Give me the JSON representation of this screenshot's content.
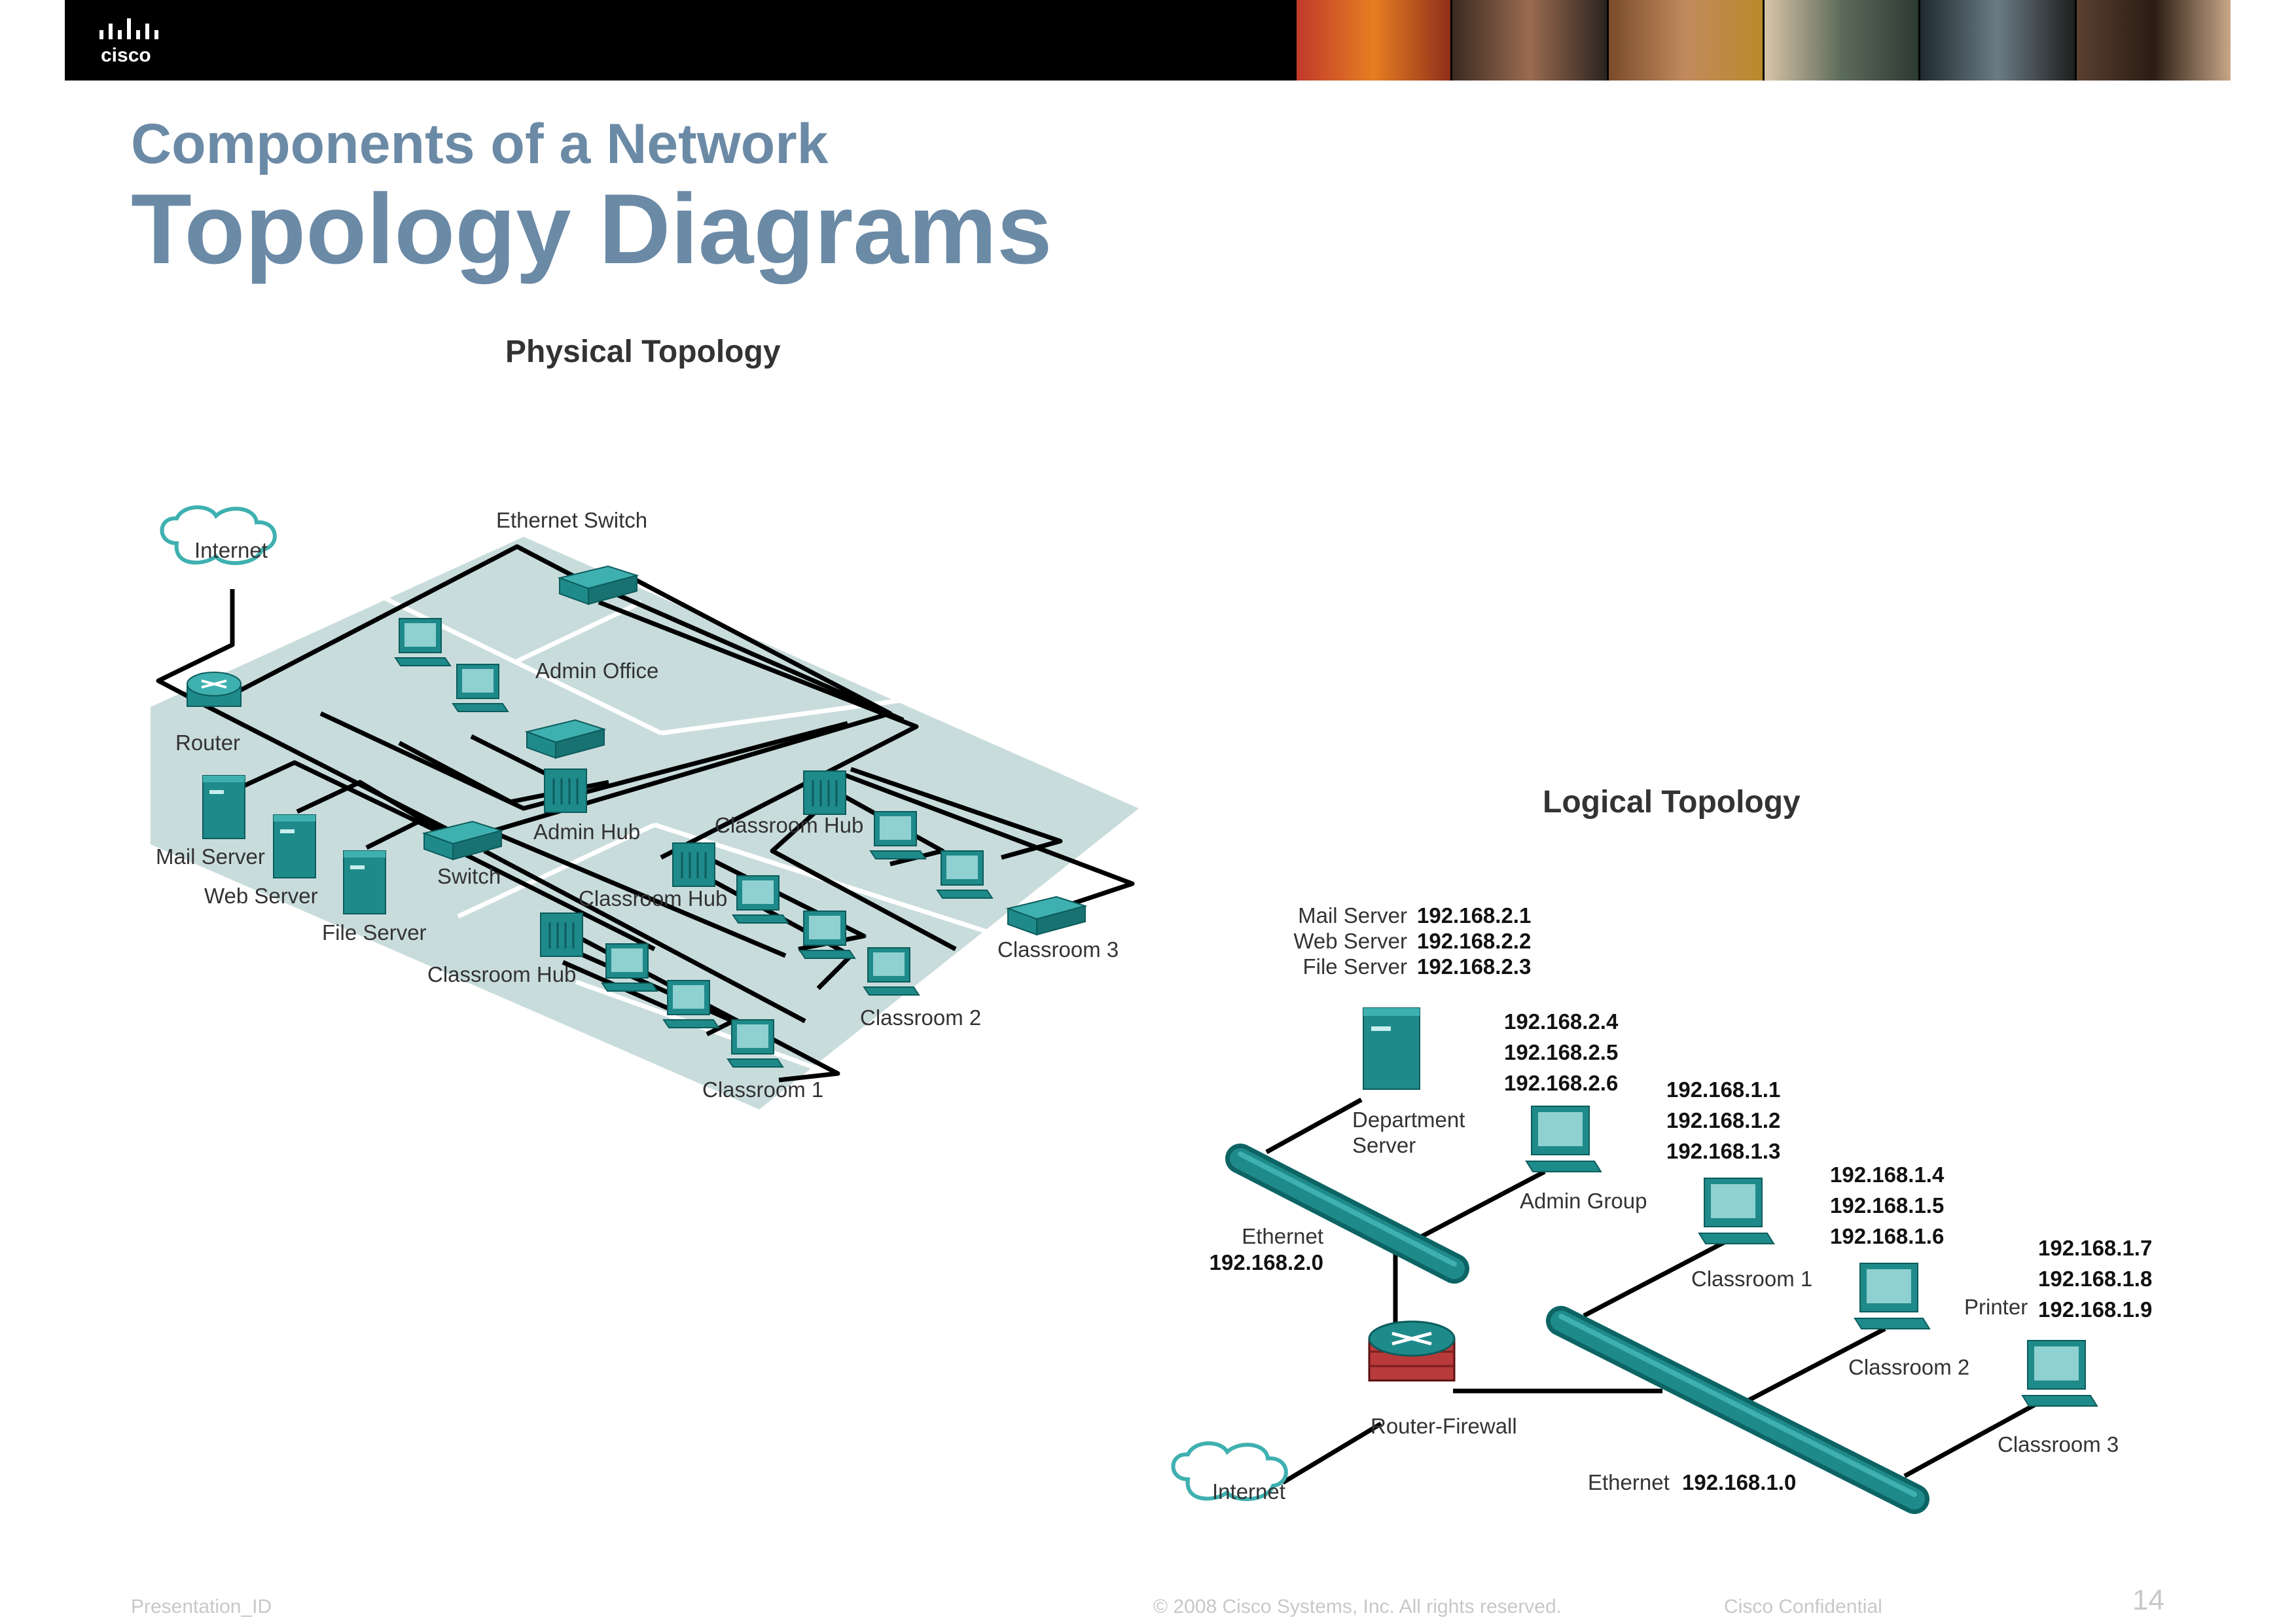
{
  "header": {
    "logo_text": "cisco",
    "subtitle": "Components of a Network",
    "title": "Topology Diagrams"
  },
  "physical": {
    "heading": "Physical Topology",
    "labels": {
      "internet": "Internet",
      "ethernet_switch": "Ethernet Switch",
      "admin_office": "Admin Office",
      "router": "Router",
      "mail_server": "Mail Server",
      "web_server": "Web Server",
      "file_server": "File Server",
      "switch": "Switch",
      "admin_hub": "Admin Hub",
      "classroom_hub_a": "Classroom Hub",
      "classroom_hub_b": "Classroom Hub",
      "classroom_hub_c": "Classroom Hub",
      "classroom_1": "Classroom 1",
      "classroom_2": "Classroom 2",
      "classroom_3": "Classroom 3"
    }
  },
  "logical": {
    "heading": "Logical Topology",
    "servers": [
      {
        "name": "Mail Server",
        "ip": "192.168.2.1"
      },
      {
        "name": "Web Server",
        "ip": "192.168.2.2"
      },
      {
        "name": "File Server",
        "ip": "192.168.2.3"
      }
    ],
    "department_server": [
      "Department",
      "Server"
    ],
    "admin_ips": [
      "192.168.2.4",
      "192.168.2.5",
      "192.168.2.6"
    ],
    "admin_group": "Admin Group",
    "classroom1_ips": [
      "192.168.1.1",
      "192.168.1.2",
      "192.168.1.3"
    ],
    "classroom1": "Classroom 1",
    "classroom2_ips": [
      "192.168.1.4",
      "192.168.1.5",
      "192.168.1.6"
    ],
    "classroom2": "Classroom 2",
    "classroom3_ips": [
      "192.168.1.7",
      "192.168.1.8",
      "192.168.1.9"
    ],
    "printer": "Printer",
    "classroom3": "Classroom 3",
    "ethernet_upper": {
      "label": "Ethernet",
      "net": "192.168.2.0"
    },
    "router_firewall": "Router-Firewall",
    "internet": "Internet",
    "ethernet_lower": {
      "label": "Ethernet",
      "net": "192.168.1.0"
    }
  },
  "footer": {
    "presentation_id": "Presentation_ID",
    "copyright": "© 2008 Cisco Systems, Inc. All rights reserved.",
    "confidential": "Cisco Confidential",
    "page": "14"
  },
  "colors": {
    "teal": "#1f8a8a",
    "title_blue": "#6b8aa6",
    "floor": "#c9dcdc",
    "banner": "#000000"
  }
}
